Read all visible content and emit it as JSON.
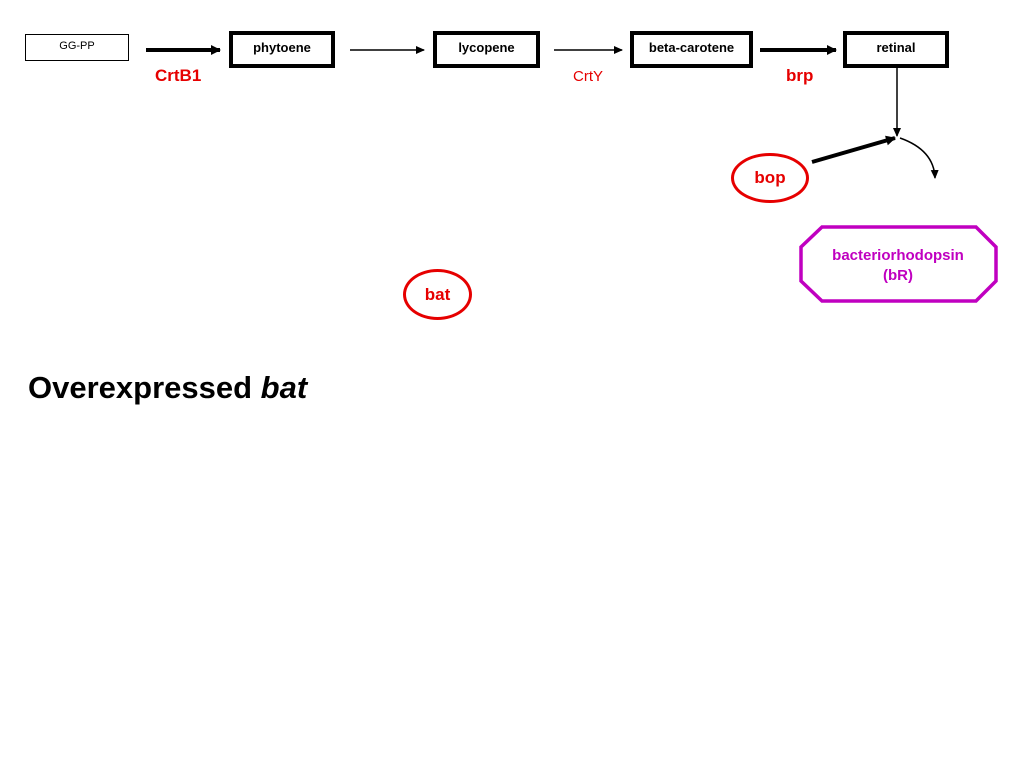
{
  "pathway": {
    "start": "GG-PP",
    "phytoene": "phytoene",
    "lycopene": "lycopene",
    "beta_carotene": "beta-carotene",
    "retinal": "retinal"
  },
  "enzymes": {
    "crtb1": "CrtB1",
    "crty": "CrtY",
    "brp": "brp"
  },
  "genes": {
    "bop": "bop",
    "bat": "bat"
  },
  "product": {
    "line1": "bacteriorhodopsin",
    "line2": "(bR)"
  },
  "title": {
    "prefix": "Overexpressed",
    "emphasis": "bat"
  },
  "colors": {
    "gene_red": "#e60000",
    "product_magenta": "#c000c0",
    "line_black": "#000000"
  }
}
